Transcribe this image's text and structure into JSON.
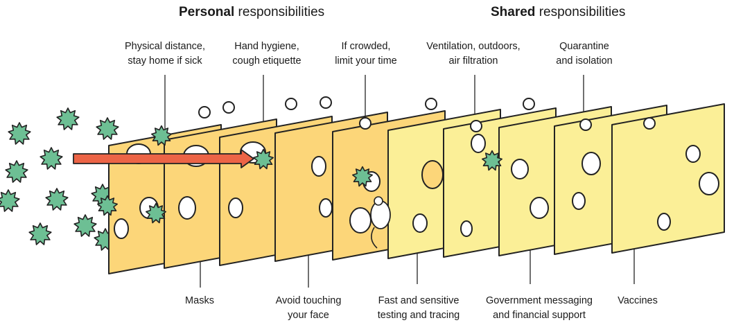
{
  "headings": {
    "personal": {
      "bold": "Personal",
      "rest": " responsibilities"
    },
    "shared": {
      "bold": "Shared",
      "rest": " responsibilities"
    }
  },
  "top_labels": [
    {
      "lines": [
        "Physical distance,",
        "stay home if sick"
      ]
    },
    {
      "lines": [
        "Hand hygiene,",
        "cough etiquette"
      ]
    },
    {
      "lines": [
        "If crowded,",
        "limit your time"
      ]
    },
    {
      "lines": [
        "Ventilation, outdoors,",
        "air filtration"
      ]
    },
    {
      "lines": [
        "Quarantine",
        "and isolation"
      ]
    }
  ],
  "bottom_labels": [
    {
      "lines": [
        "Masks"
      ]
    },
    {
      "lines": [
        "Avoid touching",
        "your face"
      ]
    },
    {
      "lines": [
        "Fast and sensitive",
        "testing and tracing"
      ]
    },
    {
      "lines": [
        "Government messaging",
        "and financial support"
      ]
    },
    {
      "lines": [
        "Vaccines"
      ]
    }
  ],
  "colors": {
    "personal_slice": "#fcd679",
    "shared_slice": "#fbef97",
    "outline": "#222222",
    "virus": "#6dbf94",
    "arrow": "#ec6446"
  },
  "icons": {
    "virus": "virus-icon",
    "arrow": "arrow-icon",
    "mouse": "mouse-icon"
  }
}
